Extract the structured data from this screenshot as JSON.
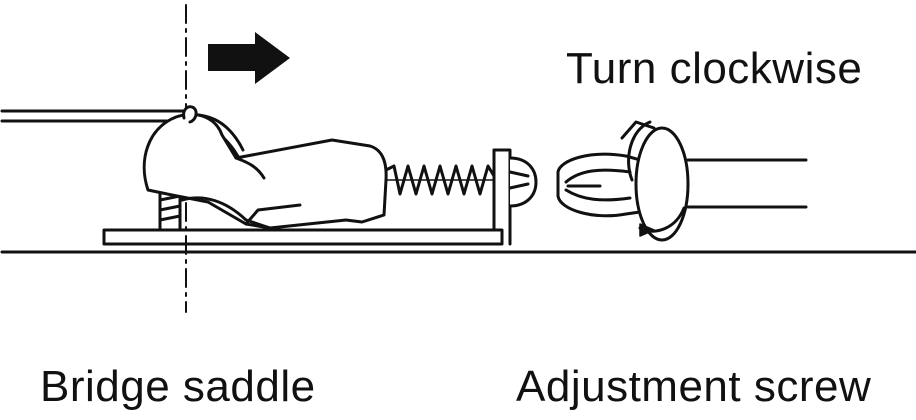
{
  "labels": {
    "turn_direction": "Turn clockwise",
    "bridge_saddle": "Bridge saddle",
    "adjustment_screw": "Adjustment screw"
  },
  "icons": {
    "direction_arrow": "right-arrow-icon",
    "rotation": "clockwise-rotation-icon"
  },
  "colors": {
    "ink": "#111111",
    "background": "#ffffff"
  }
}
